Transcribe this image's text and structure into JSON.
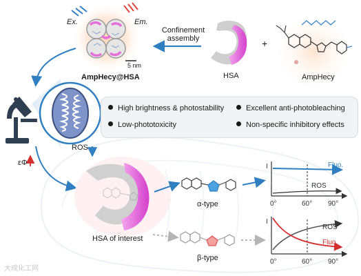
{
  "top": {
    "ex_label": "Ex.",
    "em_label": "Em.",
    "scale_label": "5 nm",
    "complex_label": "AmpHecy@HSA",
    "arrow_label_line1": "Confinement",
    "arrow_label_line2": "assembly",
    "hsa_label": "HSA",
    "plus": "+",
    "probe_label": "AmpHecy"
  },
  "left": {
    "epsilon_phi": "εΦ",
    "ros": "ROS"
  },
  "features": [
    "High brightness & photostability",
    "Excellent anti-photobleaching",
    "Low-phototoxicity",
    "Non-specific inhibitory effects"
  ],
  "bottom": {
    "hsa_interest": "HSA of interest",
    "alpha_type": "α-type",
    "beta_type": "β-type"
  },
  "chart_data": [
    {
      "type": "line",
      "ylabel": "I",
      "x_ticks": [
        "0°",
        "60°",
        "90°"
      ],
      "series": [
        {
          "name": "Fluo.",
          "color": "#2f7fc1"
        },
        {
          "name": "ROS",
          "color": "#333333"
        }
      ]
    },
    {
      "type": "line",
      "ylabel": "I",
      "x_ticks": [
        "0°",
        "60°",
        "90°"
      ],
      "series": [
        {
          "name": "ROS",
          "color": "#555555"
        },
        {
          "name": "Fluo.",
          "color": "#d32f2f"
        }
      ]
    }
  ],
  "colors": {
    "accent_blue": "#2f7fc1",
    "accent_red": "#d32f2f",
    "magenta": "#e056d6",
    "gray_protein": "#cfcfcf",
    "feature_bg": "#f1f3f6"
  },
  "watermark": "大成化工网"
}
